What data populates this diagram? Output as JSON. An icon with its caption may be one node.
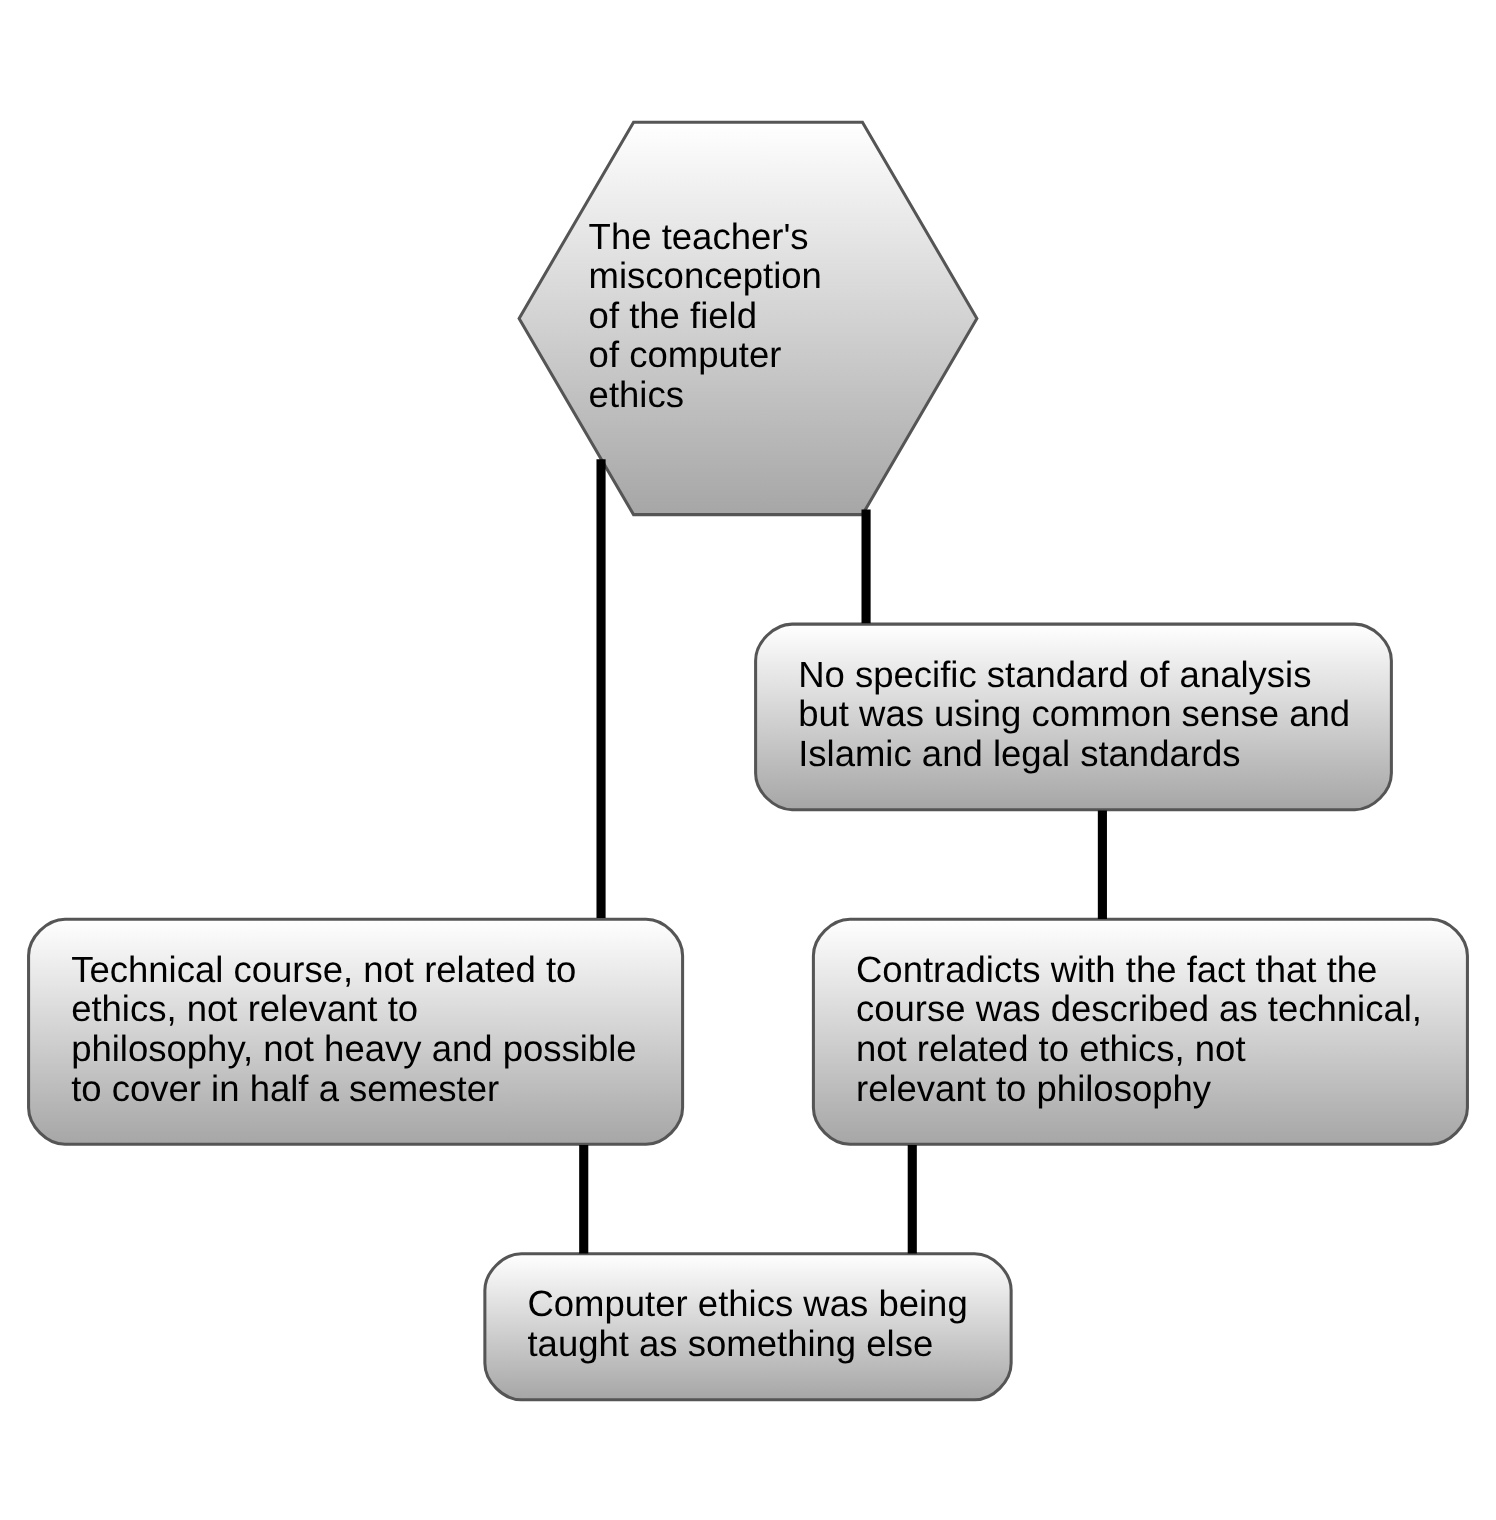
{
  "diagram": {
    "nodes": [
      {
        "text": [
          "The teacher's misconception of the field of computer ethics"
        ]
      },
      {
        "text": [
          "Technical course, not related to ethics, not relevant to philosophy, not heavy and possible to cover in half a semester"
        ]
      },
      {
        "text": [
          "No specific standard of analysis but was using common sense and Islamic and legal standards"
        ]
      },
      {
        "text": [
          "Contradicts with the fact that the course was described as technical, not related to ethics, not relevant to philosophy"
        ]
      },
      {
        "text": [
          "Computer ethics was being taught as something else"
        ]
      }
    ],
    "edges": [
      {
        "from": 0,
        "to": 1,
        "arrow": "none"
      },
      {
        "from": 0,
        "to": 2,
        "arrow": "none"
      },
      {
        "from": 2,
        "to": 3,
        "arrow": "none"
      },
      {
        "from": 1,
        "to": 4,
        "arrow": "none"
      },
      {
        "from": 3,
        "to": 4,
        "arrow": "none"
      }
    ]
  }
}
